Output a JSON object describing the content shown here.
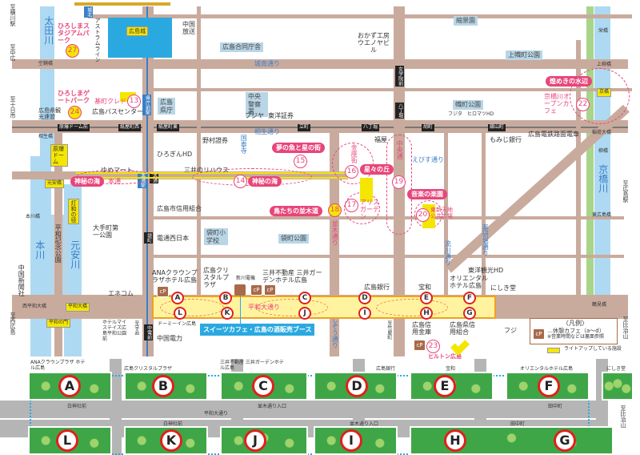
{
  "colors": {
    "road": "#c9ab9e",
    "river": "#aed9f2",
    "light_up": "#f5e600",
    "illumination": "#e8457a",
    "tram": "#3a7fc8",
    "marker": "#e0201c"
  },
  "rivers": [
    "太田川",
    "本川",
    "元安川",
    "京橋川"
  ],
  "directions": [
    "至横川駅",
    "至中広",
    "至十日市",
    "至西広島",
    "至広島駅",
    "至比治山",
    "至宇品",
    "至竹屋町"
  ],
  "streets": [
    "城南通り",
    "相生通り",
    "平和大通り",
    "本通",
    "並木通り",
    "中央通",
    "えびす通り",
    "金座街",
    "流川通り",
    "薬研堀通り",
    "じぞう通り",
    "国泰寺",
    "アストラムライン",
    "広島電鉄路面電車",
    "国泰寺"
  ],
  "bridges": [
    "空鞘橋",
    "相生橋",
    "元安橋",
    "本川橋",
    "西平和大橋",
    "平和大橋",
    "平和の門",
    "上柳橋",
    "京橋",
    "稲荷大橋",
    "栄橋",
    "柳橋",
    "東広島橋",
    "鶴見橋"
  ],
  "stations": [
    "県庁前駅",
    "本通駅",
    "原爆ドーム前",
    "紙屋町西",
    "紙屋町東",
    "立町",
    "八丁堀",
    "胡町",
    "銀山町",
    "本通",
    "袋町",
    "中電前",
    "女学院前",
    "八丁堀",
    "城北"
  ],
  "places": [
    "広島城",
    "中国放送",
    "広島合同庁舎",
    "広島県庁",
    "中央警察署",
    "フジヤ",
    "東洋証券",
    "広島バスセンター",
    "広島県観光連盟",
    "原爆ドーム",
    "野村證券",
    "ひろぎんHD",
    "ゆめマート",
    "三井のリハウス",
    "広島市信用組合",
    "電通西日本",
    "袋町小学校",
    "袋町公園",
    "大手町第一公園",
    "平和記念公園",
    "灯和の径",
    "中国新聞社",
    "エネコム",
    "ホテルマイステイズ広島平和公園前",
    "ドーミーイン広島",
    "中国電力",
    "福屋",
    "おかず工房ウエノヤビル",
    "縮景園",
    "上幟町公園",
    "幟町公園",
    "フジタ",
    "ヒロマツHD",
    "もみじ銀行",
    "東洋観光HD",
    "にしき堂",
    "フジ",
    "広島信用金庫",
    "広島県信用組合",
    "広島銀行",
    "宝和",
    "オリエンタルホテル広島",
    "ANAクラウンプラザホテル広島",
    "広島クリスタルプラザ",
    "新川電機",
    "三井不動産 三井ガーデンホテル広島"
  ],
  "illuminations": [
    {
      "num": "27",
      "name": "ひろしまスタジアムパーク"
    },
    {
      "num": "24",
      "name": "ひろしまゲートパーク"
    },
    {
      "num": "13",
      "name": "基町クレド"
    },
    {
      "num": "14",
      "name": "神秘の海"
    },
    {
      "num": "15",
      "name": "夢の魚と星の街"
    },
    {
      "num": "16",
      "name": "星々の丘"
    },
    {
      "num": "17",
      "name": "アリスガーデン"
    },
    {
      "num": "18",
      "name": "鳥たちの並木道"
    },
    {
      "num": "19",
      "name": "音楽の楽園"
    },
    {
      "num": "20",
      "name": "東新天地公共広場"
    },
    {
      "num": "22",
      "name": "煌めきの水辺"
    },
    {
      "num": "23",
      "name": "ヒルトン広島"
    }
  ],
  "extra_labels": {
    "shinpi_left": "神秘の海",
    "kyobashi_cafe": "京橋川オープンカフェ"
  },
  "booth_callout": "スイーツカフェ・広島の酒販売ブース",
  "markers": [
    "A",
    "B",
    "C",
    "D",
    "E",
    "F",
    "G",
    "H",
    "I",
    "J",
    "K",
    "L"
  ],
  "legend": {
    "title": "〈凡例〉",
    "cafe_icon": "cP",
    "cafe": "…休憩カフェ（a〜d）",
    "note": "※営業時間などは裏面参照",
    "lightup": "ライトアップしている施設"
  },
  "strip": {
    "top_labels": [
      "ANAクラウンプラザ ホテル広島",
      "広島クリスタルプラザ",
      "三井不動産 三井ガーデンホテル広島",
      "広島銀行",
      "宝和",
      "オリエンタルホテル広島",
      "にしき堂"
    ],
    "bus_stops": [
      "白神社前",
      "並木通り入口",
      "田中町",
      "白神社前",
      "並木通り入口",
      "田中町"
    ],
    "road": "平和大通り",
    "direction": "至比治山"
  }
}
